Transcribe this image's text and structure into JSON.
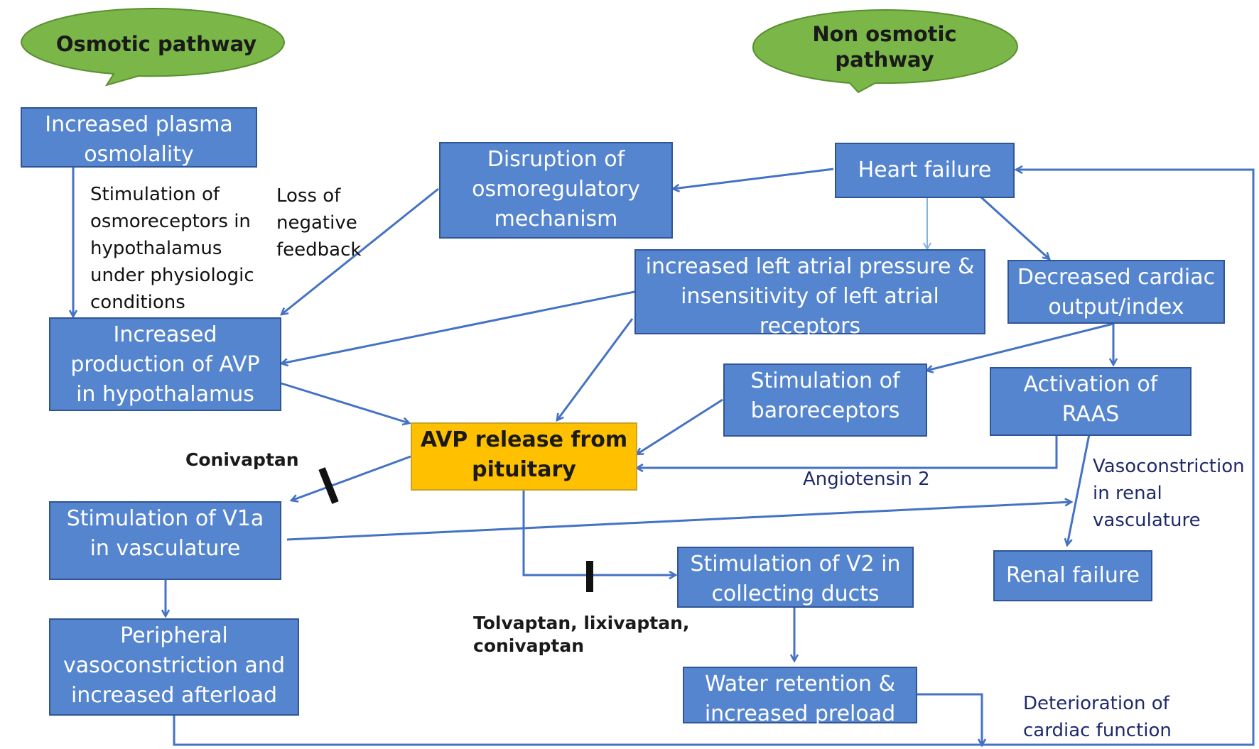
{
  "pathways": {
    "osmotic": [
      "Osmotic pathway"
    ],
    "non_osmotic": [
      "Non osmotic",
      "pathway"
    ]
  },
  "boxes": {
    "plasma_osmolality": [
      "Increased plasma",
      "osmolality"
    ],
    "disruption": [
      "Disruption of",
      "osmoregulatory",
      "mechanism"
    ],
    "heart_failure": [
      "Heart failure"
    ],
    "left_atrial": [
      "increased left atrial pressure &",
      "insensitivity of left atrial",
      "receptors"
    ],
    "decreased_cardiac": [
      "Decreased cardiac",
      "output/index"
    ],
    "avp_production": [
      "Increased",
      "production of AVP",
      "in hypothalamus"
    ],
    "baroreceptors": [
      "Stimulation of",
      "baroreceptors"
    ],
    "raas": [
      "Activation of",
      "RAAS"
    ],
    "avp_release": [
      "AVP release from",
      "pituitary"
    ],
    "v1a": [
      "Stimulation of V1a",
      "in vasculature"
    ],
    "v2": [
      "Stimulation of V2 in",
      "collecting ducts"
    ],
    "renal_failure": [
      "Renal failure"
    ],
    "peripheral": [
      "Peripheral",
      "vasoconstriction and",
      "increased afterload"
    ],
    "water": [
      "Water retention &",
      "increased preload"
    ]
  },
  "labels": {
    "osmoreceptors": [
      "Stimulation of",
      "osmoreceptors in",
      "hypothalamus",
      "under physiologic",
      "conditions"
    ],
    "loss_feedback": [
      "Loss of",
      "negative",
      "feedback"
    ],
    "angiotensin": [
      "Angiotensin 2"
    ],
    "vasoconstriction_renal": [
      "Vasoconstriction",
      "in renal",
      "vasculature"
    ],
    "deterioration": [
      "Deterioration of",
      "cardiac function"
    ]
  },
  "drugs": {
    "conivaptan": [
      "Conivaptan"
    ],
    "tolvaptan": [
      "Tolvaptan, lixivaptan,",
      "conivaptan"
    ]
  },
  "colors": {
    "box_fill": "#5585cf",
    "box_border": "#2f5597",
    "hub_fill": "#ffc000",
    "bubble_fill": "#7ab648",
    "arrow": "#4472c4"
  }
}
